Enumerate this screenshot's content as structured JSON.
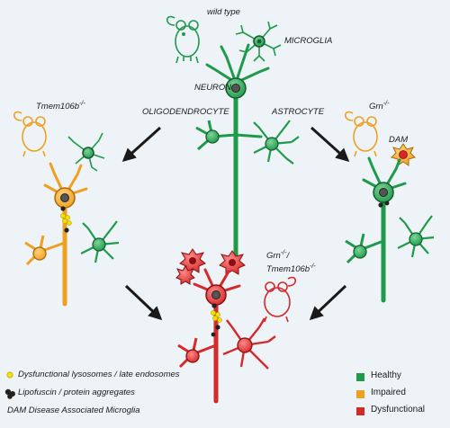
{
  "labels": {
    "wild_type": "wild type",
    "microglia": "MICROGLIA",
    "neuron": "NEURON",
    "oligodendrocyte": "OLIGODENDROCYTE",
    "astrocyte": "ASTROCYTE",
    "dam": "DAM",
    "tmem_base": "Tmem106b",
    "tmem_sup": "-/-",
    "grn_base": "Grn",
    "grn_sup": "-/-",
    "double_grn_base": "Grn",
    "double_grn_sup": "-/-",
    "double_slash": "/",
    "double_tmem_base": "Tmem106b",
    "double_tmem_sup": "-/-"
  },
  "legend_left": {
    "lysosomes": "Dysfunctional lysosomes / late endosomes",
    "lipofuscin": "Lipofuscin / protein aggregates",
    "dam_def": "DAM Disease Associated Microglia"
  },
  "legend_right": {
    "healthy": "Healthy",
    "impaired": "Impaired",
    "dysfunctional": "Dysfunctional"
  },
  "colors": {
    "healthy": "#1e9a4a",
    "impaired": "#f0a020",
    "dysfunctional": "#d42a2a",
    "lysosome": "#f5e000",
    "lipofuscin": "#222222"
  },
  "icons": {
    "mouse": "mouse-icon",
    "neuron": "neuron-icon",
    "microglia": "microglia-icon",
    "astrocyte": "astrocyte-icon",
    "arrow": "arrow-icon"
  }
}
